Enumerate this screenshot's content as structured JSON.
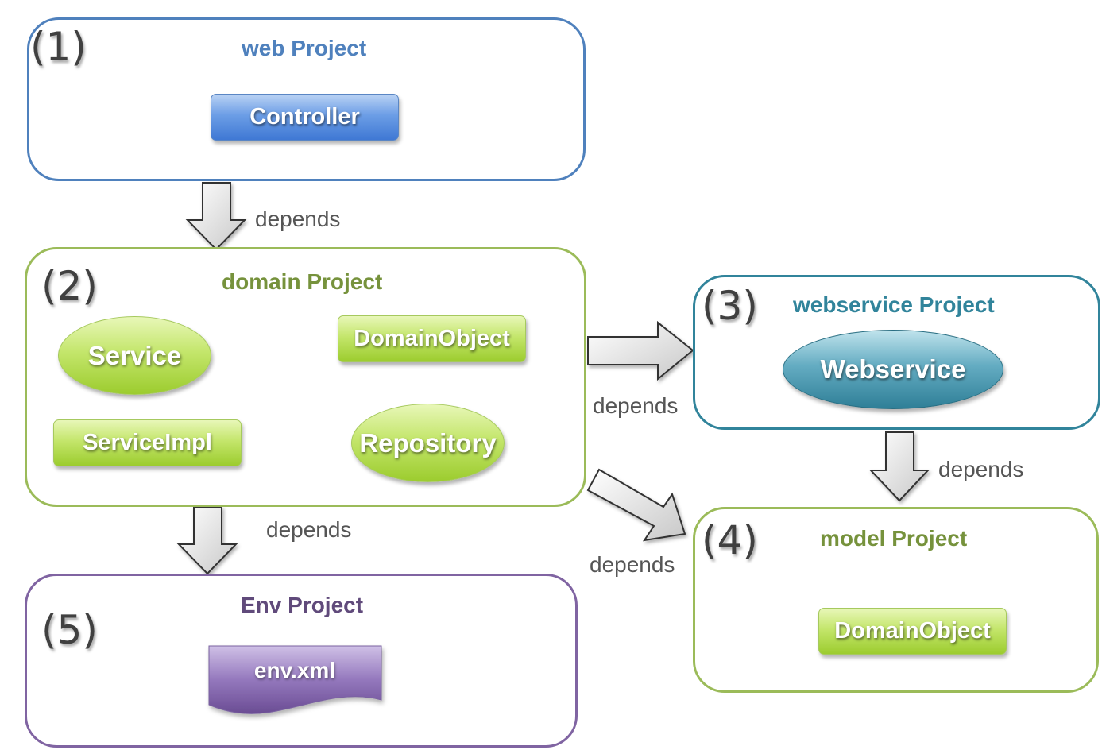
{
  "projects": {
    "web": {
      "number": "(1)",
      "title": "web Project",
      "color": "#4f81bd",
      "component": "Controller"
    },
    "domain": {
      "number": "(2)",
      "title": "domain Project",
      "color": "#9bbb59",
      "components": {
        "service": "Service",
        "domain_object": "DomainObject",
        "service_impl": "ServiceImpl",
        "repository": "Repository"
      }
    },
    "webservice": {
      "number": "(3)",
      "title": "webservice Project",
      "color": "#31849b",
      "component": "Webservice"
    },
    "model": {
      "number": "(4)",
      "title": "model Project",
      "color": "#9bbb59",
      "component": "DomainObject"
    },
    "env": {
      "number": "(5)",
      "title": "Env Project",
      "color": "#604a7b",
      "component": "env.xml"
    }
  },
  "arrows": {
    "web_to_domain": "depends",
    "domain_to_webservice": "depends",
    "domain_to_model": "depends",
    "webservice_to_model": "depends",
    "domain_to_env": "depends"
  }
}
